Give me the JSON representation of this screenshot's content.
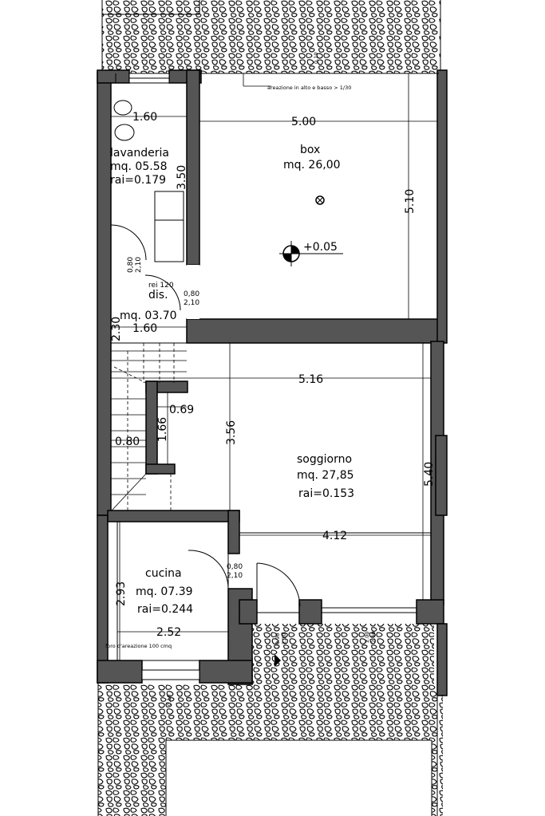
{
  "rooms": {
    "lavanderia": {
      "name": "lavanderia",
      "area": "mq. 05.58",
      "rai": "rai=0.179"
    },
    "box": {
      "name": "box",
      "area": "mq. 26,00"
    },
    "disimpegno": {
      "name": "dis.",
      "area": "mq. 03.70"
    },
    "soggiorno": {
      "name": "soggiorno",
      "area": "mq. 27,85",
      "rai": "rai=0.153"
    },
    "cucina": {
      "name": "cucina",
      "area": "mq. 07.39",
      "rai": "rai=0.244"
    }
  },
  "dimensions": {
    "lav_width": "1.60",
    "lav_height": "3.50",
    "box_width": "5.00",
    "box_height": "5.10",
    "dis_width": "1.60",
    "dis_height": "2.30",
    "sog_width": "5.16",
    "sog_height": "5.40",
    "sog_inner": "3.56",
    "sog_bottom": "4.12",
    "stair_w1": "0.69",
    "stair_h": "1.66",
    "stair_w2": "0.80",
    "cuc_width": "2.52",
    "cuc_height": "2.93",
    "level": "+0.05"
  },
  "annotations": {
    "areazione": "areazione in alto e basso > 1/30",
    "areazione_cucina": "foro d'areazione 100 cmq",
    "rei": "rei 120",
    "door_lav_w": "0,80",
    "door_lav_h": "2,10",
    "door_dis_w": "0,80",
    "door_dis_h": "2,10",
    "door_cuc_w": "0,80",
    "door_cuc_h": "2,10",
    "box_vent": "0.10",
    "gate_w": "0.90",
    "gate_h": "2.10",
    "win_h1": "2.00",
    "win_h2": "2.40",
    "cuc_win": "0.10"
  }
}
